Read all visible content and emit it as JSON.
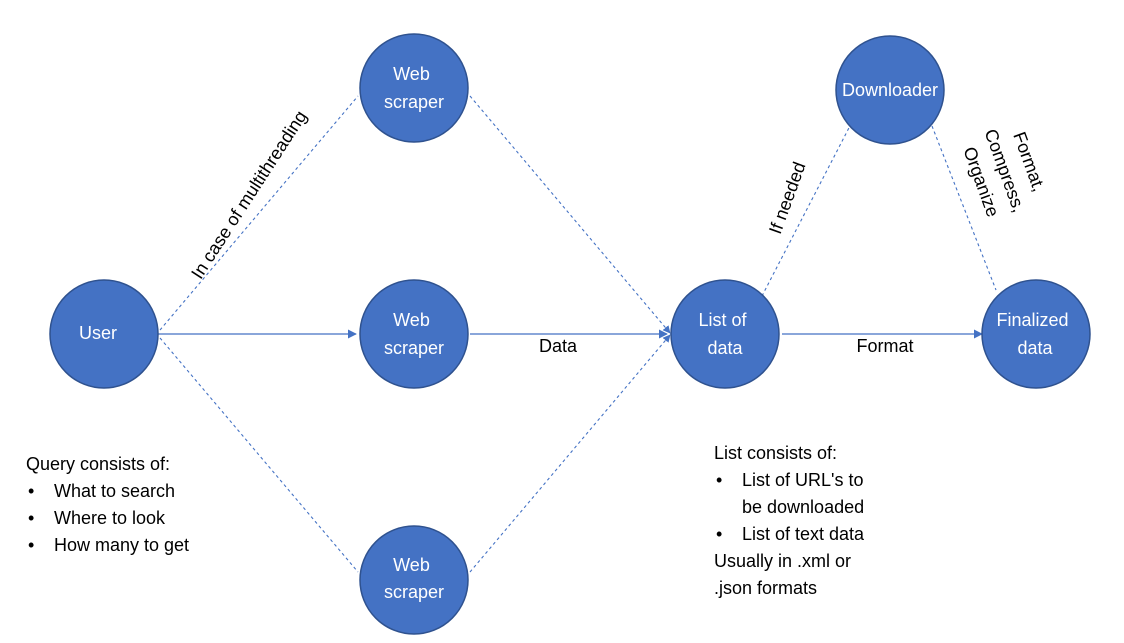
{
  "colors": {
    "node_fill": "#4472c4",
    "node_stroke": "#2f528f",
    "edge": "#4472c4",
    "text": "#000000",
    "node_text": "#ffffff",
    "background": "#ffffff"
  },
  "nodes": {
    "user": {
      "lines": [
        "User"
      ]
    },
    "scraper_top": {
      "lines": [
        "Web",
        "scraper"
      ]
    },
    "scraper_mid": {
      "lines": [
        "Web",
        "scraper"
      ]
    },
    "scraper_bottom": {
      "lines": [
        "Web",
        "scraper"
      ]
    },
    "list_of_data": {
      "lines": [
        "List of",
        "data"
      ]
    },
    "downloader": {
      "lines": [
        "Downloader"
      ]
    },
    "finalized_data": {
      "lines": [
        "Finalized",
        "data"
      ]
    }
  },
  "edge_labels": {
    "multithreading": "In case of multithreading",
    "data": "Data",
    "format": "Format",
    "if_needed": "If needed",
    "format_compress_organize": [
      "Format,",
      "Compress,",
      "Organize"
    ]
  },
  "notes": {
    "query": {
      "heading": "Query consists of:",
      "items": [
        "What to search",
        "Where to look",
        "How many to get"
      ]
    },
    "list": {
      "heading": "List consists of:",
      "items": [
        [
          "List of URL's to",
          "be downloaded"
        ],
        [
          "List of text data"
        ]
      ],
      "footer": [
        "Usually in .xml or",
        ".json formats"
      ]
    }
  }
}
